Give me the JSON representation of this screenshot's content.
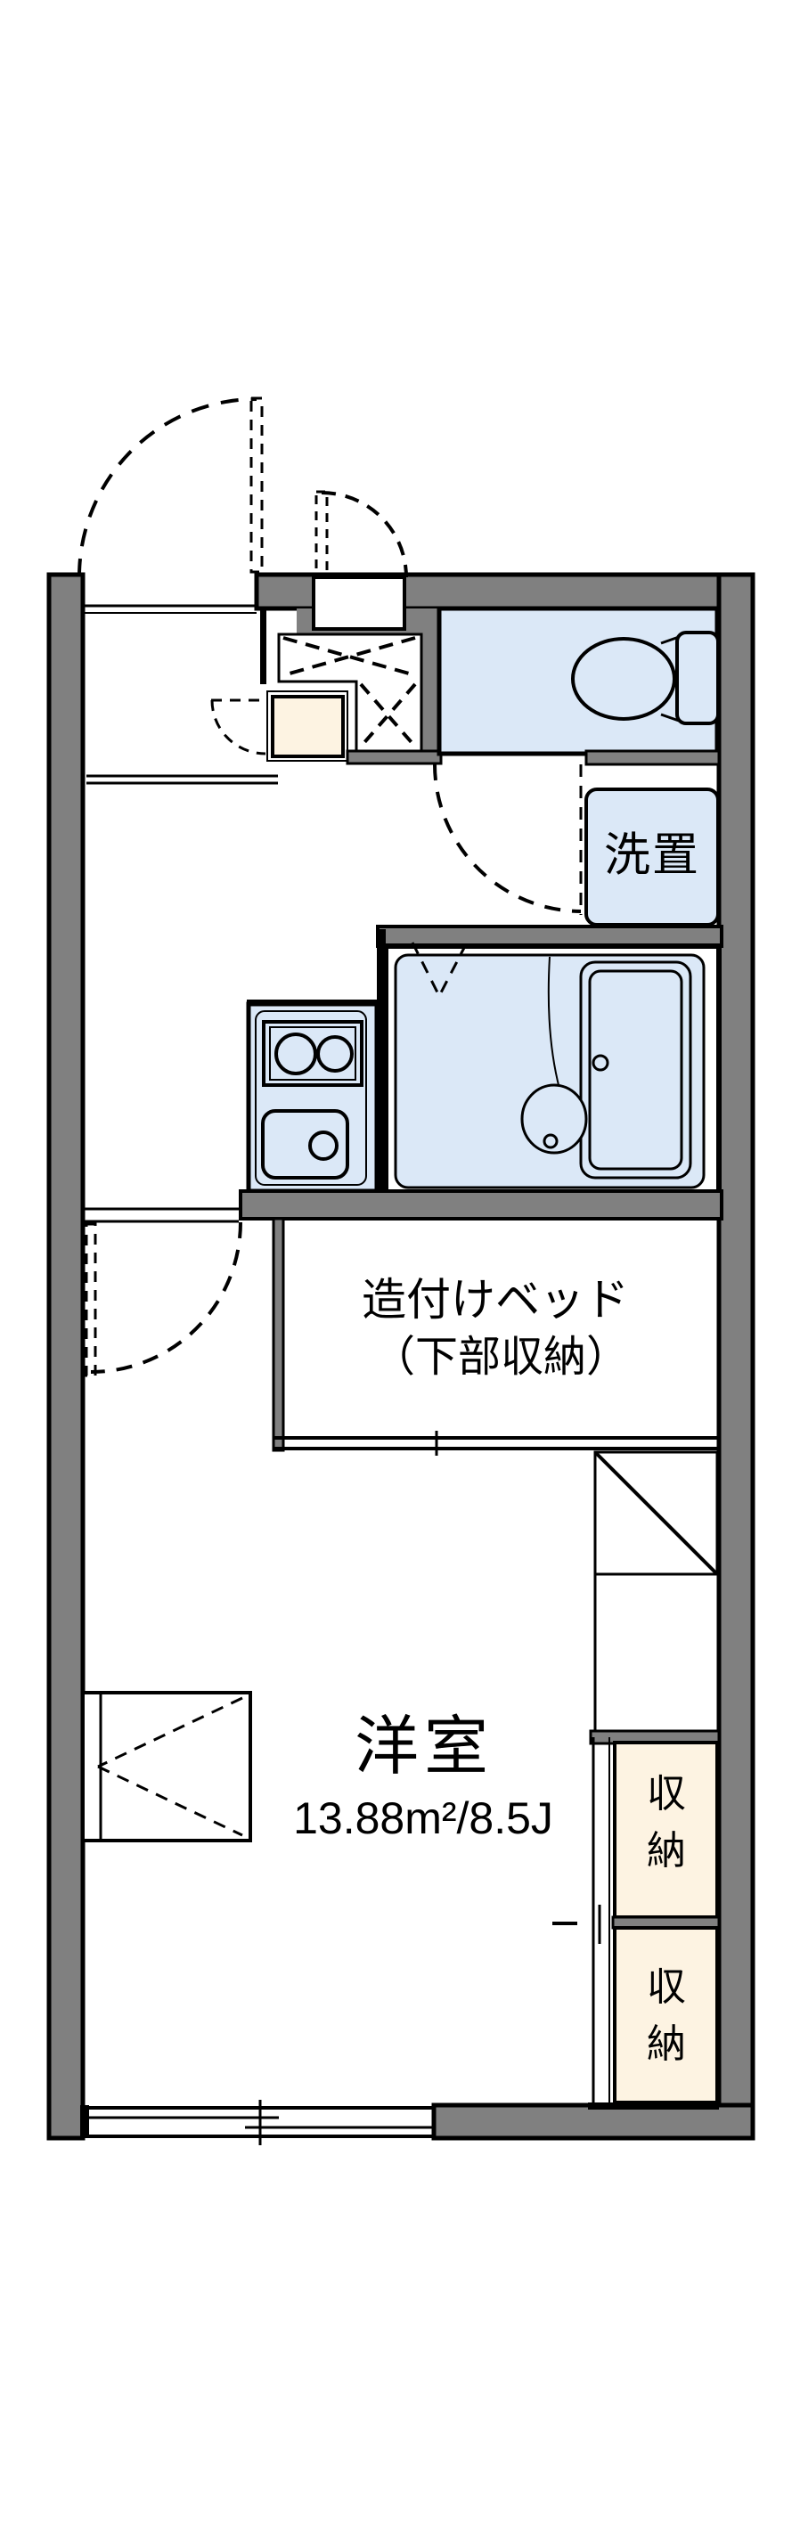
{
  "plan": {
    "washer_label": "洗置",
    "bed_label_line1": "造付けベッド",
    "bed_label_line2": "（下部収納）",
    "room_name": "洋室",
    "room_area": "13.88m²/8.5J",
    "closets": [
      {
        "label": "収納"
      },
      {
        "label": "収納"
      }
    ],
    "colors": {
      "wall_gray": "#808080",
      "water_blue": "#dbe8f7",
      "storage_cream": "#fdf3e2",
      "line_black": "#000000",
      "background": "#ffffff"
    }
  }
}
